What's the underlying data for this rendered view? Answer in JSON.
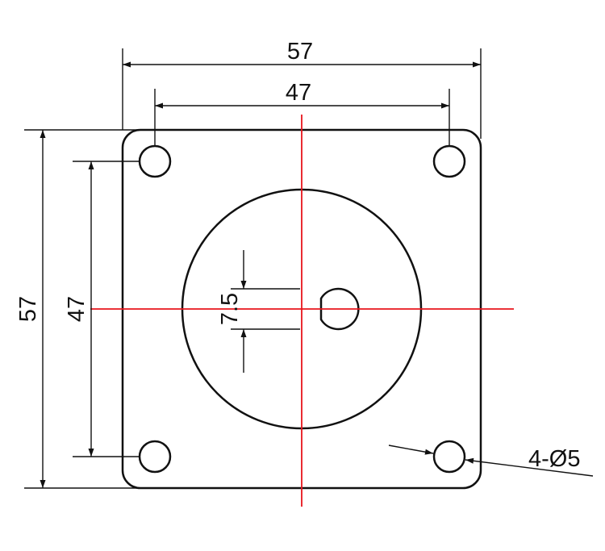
{
  "dimensions": {
    "overall_width": "57",
    "hole_spacing_width": "47",
    "overall_height": "57",
    "hole_spacing_height": "47",
    "shaft_flat": "7.5",
    "holes_callout": "4-Ø5"
  },
  "colors": {
    "outline": "#111111",
    "centerline": "#e8141b",
    "background": "#ffffff"
  }
}
